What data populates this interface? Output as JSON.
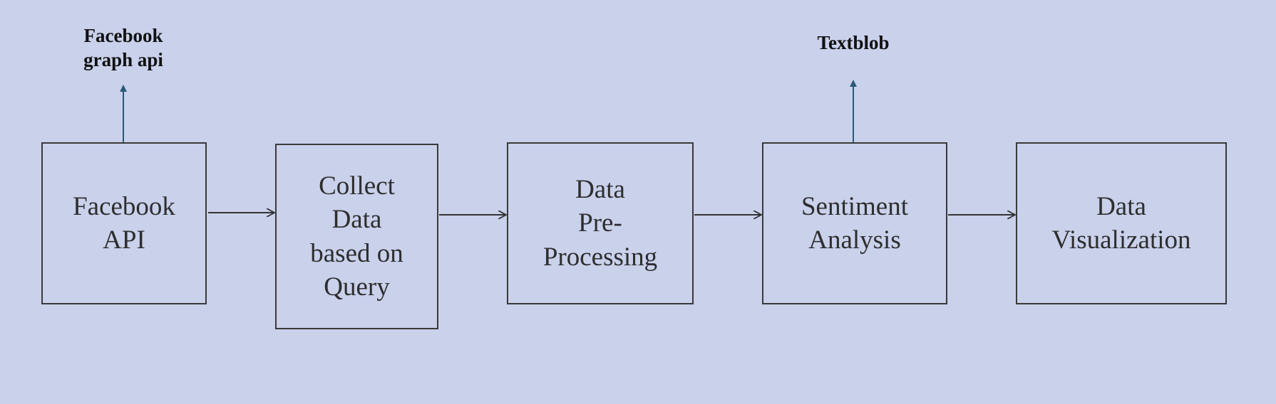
{
  "colors": {
    "background": "#c9d1eb",
    "box_border": "#3a3a3a",
    "flow_arrow": "#333333",
    "tool_arrow": "#2b5a78"
  },
  "nodes": [
    {
      "id": "facebook-api",
      "label": "Facebook\nAPI"
    },
    {
      "id": "collect-data",
      "label": "Collect\nData\nbased on\nQuery"
    },
    {
      "id": "pre-processing",
      "label": "Data\nPre-\nProcessing"
    },
    {
      "id": "sentiment-analysis",
      "label": "Sentiment\nAnalysis"
    },
    {
      "id": "data-visualization",
      "label": "Data\nVisualization"
    }
  ],
  "edges": [
    {
      "from": "facebook-api",
      "to": "collect-data"
    },
    {
      "from": "collect-data",
      "to": "pre-processing"
    },
    {
      "from": "pre-processing",
      "to": "sentiment-analysis"
    },
    {
      "from": "sentiment-analysis",
      "to": "data-visualization"
    }
  ],
  "tools": [
    {
      "id": "facebook-graph-api",
      "label": "Facebook\ngraph api",
      "attached_to": "facebook-api"
    },
    {
      "id": "textblob",
      "label": "Textblob",
      "attached_to": "sentiment-analysis"
    }
  ]
}
